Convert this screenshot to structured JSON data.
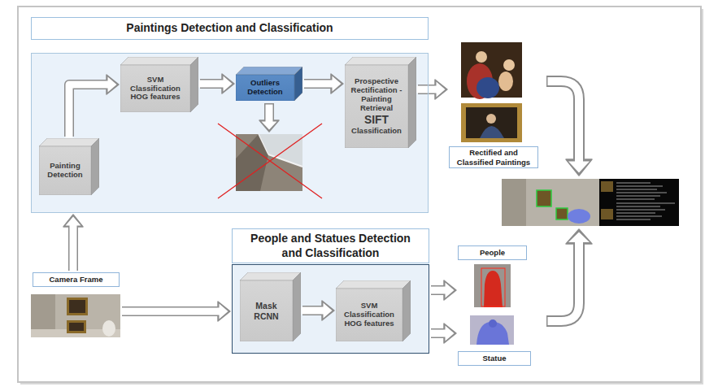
{
  "diagram": {
    "nodes": [
      {
        "text": [
          "Paintings Detection and Classification"
        ]
      },
      {
        "text": [
          "Painting Detection"
        ],
        "in": 0
      },
      {
        "text": [
          "SVM Classification HOG features"
        ],
        "in": 0
      },
      {
        "text": [
          "Outliers Detection"
        ],
        "in": 0
      },
      {
        "text": [
          "Prospective Rectification - Painting Retrieval",
          "SIFT",
          "Classification"
        ],
        "in": 0
      },
      {
        "text": [
          "Rectified and Classified Paintings"
        ]
      },
      {
        "text": [
          "Camera Frame"
        ]
      },
      {
        "text": [
          "People and Statues Detection and Classification"
        ]
      },
      {
        "text": [
          "Mask RCNN"
        ],
        "in": 7
      },
      {
        "text": [
          "SVM Classification HOG features"
        ],
        "in": 7
      },
      {
        "text": [
          "People"
        ]
      },
      {
        "text": [
          "Statue"
        ]
      }
    ],
    "edges": [
      {
        "from": 1,
        "to": 2,
        "arrow": "to"
      },
      {
        "from": 2,
        "to": 3,
        "arrow": "to"
      },
      {
        "from": 3,
        "to": 4,
        "arrow": "to"
      },
      {
        "from": 4,
        "to": 5,
        "arrow": "to"
      },
      {
        "from": 6,
        "to": 0,
        "arrow": "to"
      },
      {
        "from": 6,
        "to": 7,
        "arrow": "to"
      },
      {
        "from": 8,
        "to": 9,
        "arrow": "to"
      },
      {
        "from": 7,
        "to": 10,
        "arrow": "to"
      },
      {
        "from": 7,
        "to": 11,
        "arrow": "to"
      }
    ]
  }
}
